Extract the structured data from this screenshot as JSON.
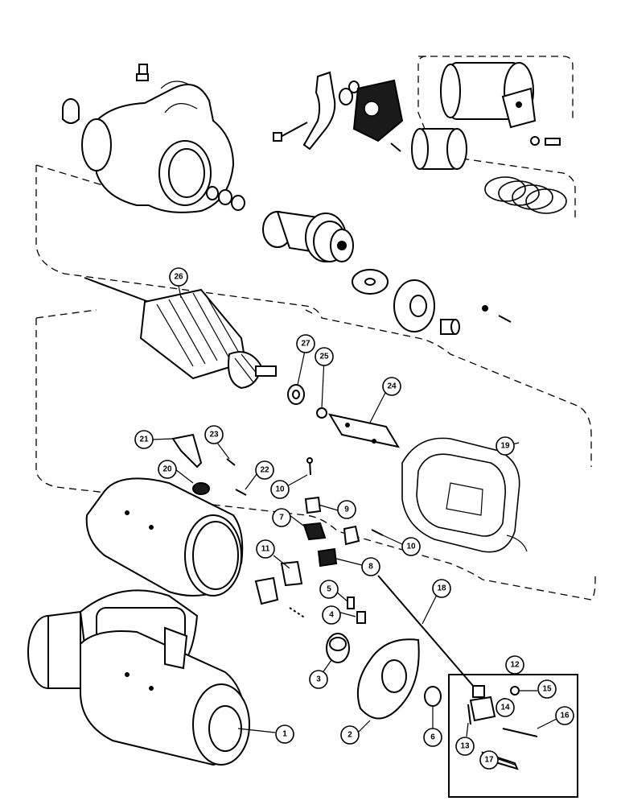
{
  "callouts": [
    {
      "id": "c1",
      "label": "1"
    },
    {
      "id": "c2",
      "label": "2"
    },
    {
      "id": "c3",
      "label": "3"
    },
    {
      "id": "c4",
      "label": "4"
    },
    {
      "id": "c5",
      "label": "5"
    },
    {
      "id": "c6",
      "label": "6"
    },
    {
      "id": "c7",
      "label": "7"
    },
    {
      "id": "c8",
      "label": "8"
    },
    {
      "id": "c9",
      "label": "9"
    },
    {
      "id": "c10a",
      "label": "10"
    },
    {
      "id": "c10b",
      "label": "10"
    },
    {
      "id": "c11",
      "label": "11"
    },
    {
      "id": "c12",
      "label": "12"
    },
    {
      "id": "c13",
      "label": "13"
    },
    {
      "id": "c14",
      "label": "14"
    },
    {
      "id": "c15",
      "label": "15"
    },
    {
      "id": "c16",
      "label": "16"
    },
    {
      "id": "c17",
      "label": "17"
    },
    {
      "id": "c18",
      "label": "18"
    },
    {
      "id": "c19",
      "label": "19"
    },
    {
      "id": "c20",
      "label": "20"
    },
    {
      "id": "c21",
      "label": "21"
    },
    {
      "id": "c22",
      "label": "22"
    },
    {
      "id": "c23",
      "label": "23"
    },
    {
      "id": "c24",
      "label": "24"
    },
    {
      "id": "c25",
      "label": "25"
    },
    {
      "id": "c26",
      "label": "26"
    },
    {
      "id": "c27",
      "label": "27"
    }
  ]
}
